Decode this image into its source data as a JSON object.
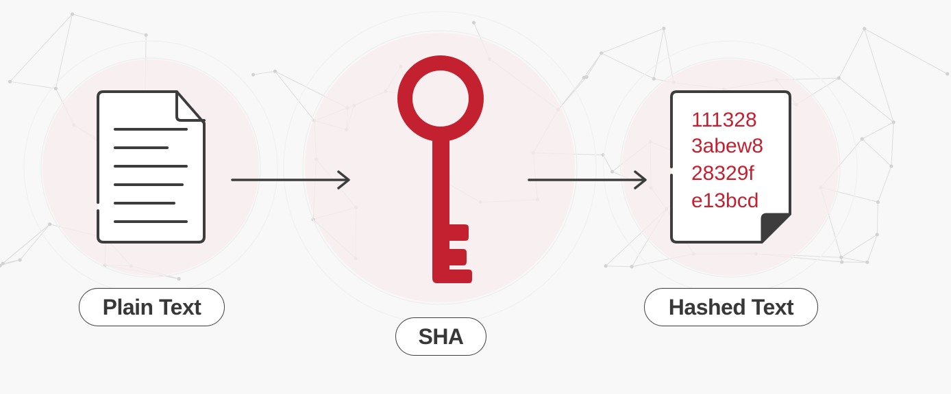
{
  "labels": {
    "plain_text": "Plain Text",
    "sha": "SHA",
    "hashed_text": "Hashed Text"
  },
  "hashed_document": {
    "lines": [
      "111328",
      "3abew8",
      "28329f",
      "e13bcd"
    ]
  },
  "icons": {
    "input": "document-icon",
    "algorithm": "key-icon",
    "output": "hashed-document-icon",
    "connector": "arrow-right-icon"
  },
  "colors": {
    "accent": "#c42130",
    "ink": "#3d3d3d",
    "background": "#f8f8f8",
    "halo": "#f8eded"
  }
}
